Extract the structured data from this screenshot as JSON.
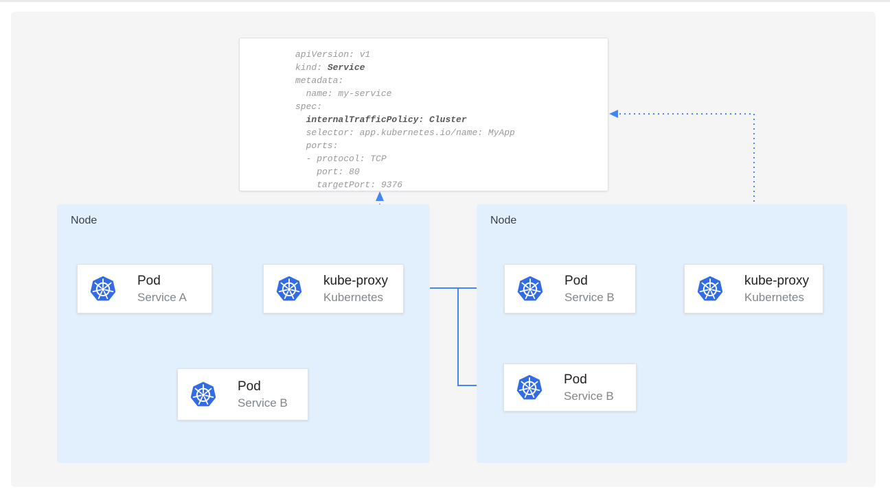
{
  "colors": {
    "line_blue": "#4285f4",
    "icon_blue": "#326ce5",
    "node_fill": "#e2f0fd",
    "canvas_bg": "#f5f5f6",
    "text_dark": "#202124",
    "text_gray": "#80868b",
    "node_label": "#3c4043",
    "yaml_text": "#97999c",
    "yaml_bold": "#55585c"
  },
  "yaml_panel": {
    "lines": [
      [
        {
          "t": "apiVersion: v1"
        }
      ],
      [
        {
          "t": "kind: "
        },
        {
          "t": "Service",
          "b": 1
        }
      ],
      [
        {
          "t": "metadata:"
        }
      ],
      [
        {
          "t": "  name: my-service"
        }
      ],
      [
        {
          "t": "spec:"
        }
      ],
      [
        {
          "t": "  "
        },
        {
          "t": "internalTrafficPolicy: Cluster",
          "b": 1
        }
      ],
      [
        {
          "t": "  selector: app.kubernetes.io/name: MyApp"
        }
      ],
      [
        {
          "t": "  ports:"
        }
      ],
      [
        {
          "t": "  - protocol: TCP"
        }
      ],
      [
        {
          "t": "    port: 80"
        }
      ],
      [
        {
          "t": "    targetPort: 9376"
        }
      ]
    ]
  },
  "nodes": {
    "left": {
      "label": "Node"
    },
    "right": {
      "label": "Node"
    }
  },
  "cards": {
    "pod_a": {
      "title": "Pod",
      "subtitle": "Service A",
      "icon": "kubernetes-icon"
    },
    "kube_proxy_left": {
      "title": "kube-proxy",
      "subtitle": "Kubernetes",
      "icon": "kubernetes-icon"
    },
    "pod_b_left": {
      "title": "Pod",
      "subtitle": "Service B",
      "icon": "kubernetes-icon"
    },
    "pod_b_right_top": {
      "title": "Pod",
      "subtitle": "Service B",
      "icon": "kubernetes-icon"
    },
    "pod_b_right_bottom": {
      "title": "Pod",
      "subtitle": "Service B",
      "icon": "kubernetes-icon"
    },
    "kube_proxy_right": {
      "title": "kube-proxy",
      "subtitle": "Kubernetes",
      "icon": "kubernetes-icon"
    }
  }
}
